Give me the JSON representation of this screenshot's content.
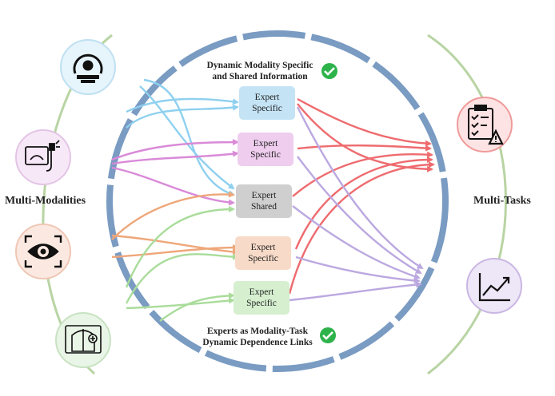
{
  "left_label": "Multi-Modalities",
  "right_label": "Multi-Tasks",
  "top_note": {
    "line1": "Dynamic Modality Specific",
    "line2": "and Shared Information"
  },
  "bottom_note": {
    "line1": "Experts as Modality-Task",
    "line2": "Dynamic Dependence Links"
  },
  "experts": [
    {
      "label": "Expert Specific",
      "color": "#c4e3f5",
      "kind": "specific"
    },
    {
      "label": "Expert Specific",
      "color": "#eecdee",
      "kind": "specific"
    },
    {
      "label": "Expert Shared",
      "color": "#cfcfcf",
      "kind": "shared"
    },
    {
      "label": "Expert Specific",
      "color": "#f8dac8",
      "kind": "specific"
    },
    {
      "label": "Expert Specific",
      "color": "#d5efcf",
      "kind": "specific"
    }
  ],
  "modalities": [
    {
      "icon": "ct-scanner-icon",
      "color": "#e6f4fb",
      "border": "#bfe0f2"
    },
    {
      "icon": "ultrasound-probe-icon",
      "color": "#f7e8f7",
      "border": "#e3c4e6"
    },
    {
      "icon": "eye-scan-icon",
      "color": "#fbe9e1",
      "border": "#efc7b5"
    },
    {
      "icon": "xray-chest-icon",
      "color": "#e9f5e6",
      "border": "#c8e2c2"
    }
  ],
  "tasks": [
    {
      "icon": "clipboard-checklist-warning-icon",
      "color": "#fde3e3",
      "border": "#ef9a9a"
    },
    {
      "icon": "trend-chart-icon",
      "color": "#eee7f7",
      "border": "#c9b7e3"
    }
  ],
  "colors": {
    "ring": "#7a9bc2",
    "arc": "#b8d4a3",
    "blue_line": "#8fd0ef",
    "pink_line": "#d98ad8",
    "orange_line": "#eea77a",
    "green_line": "#a9dc9a",
    "red_line": "#ee6b6f",
    "purple_line": "#bba8e0",
    "check": "#2db34a"
  }
}
